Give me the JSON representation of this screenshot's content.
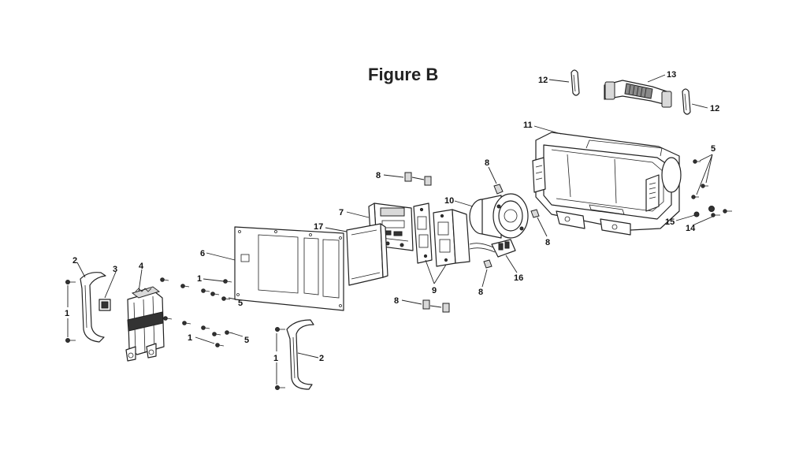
{
  "figure": {
    "title": "Figure B"
  },
  "callouts": [
    {
      "label": "12"
    },
    {
      "label": "13"
    },
    {
      "label": "12"
    },
    {
      "label": "11"
    },
    {
      "label": "5"
    },
    {
      "label": "8"
    },
    {
      "label": "8"
    },
    {
      "label": "10"
    },
    {
      "label": "7"
    },
    {
      "label": "17"
    },
    {
      "label": "6"
    },
    {
      "label": "2"
    },
    {
      "label": "3"
    },
    {
      "label": "4"
    },
    {
      "label": "1"
    },
    {
      "label": "5"
    },
    {
      "label": "1"
    },
    {
      "label": "1"
    },
    {
      "label": "5"
    },
    {
      "label": "9"
    },
    {
      "label": "8"
    },
    {
      "label": "16"
    },
    {
      "label": "8"
    },
    {
      "label": "8"
    },
    {
      "label": "15"
    },
    {
      "label": "14"
    },
    {
      "label": "1"
    },
    {
      "label": "2"
    }
  ]
}
